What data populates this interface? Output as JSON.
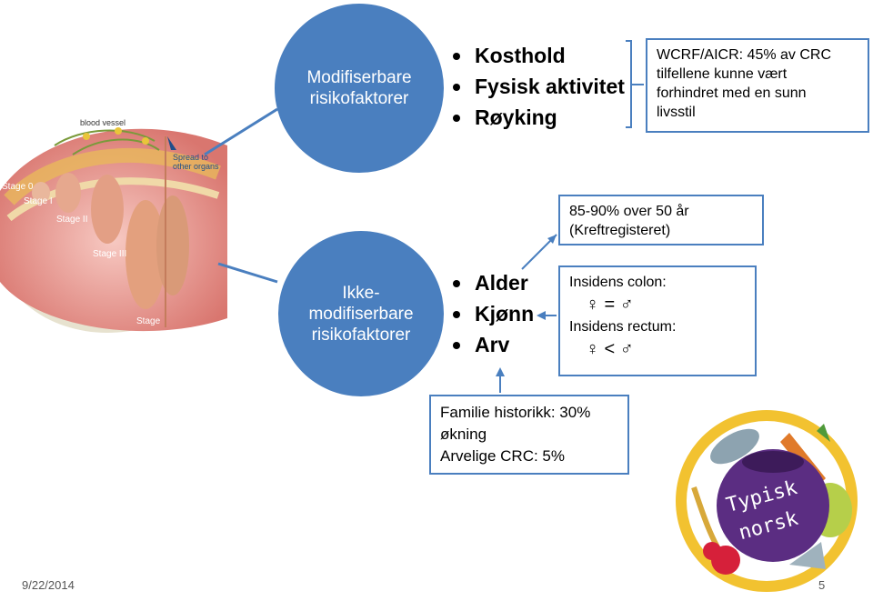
{
  "top_circle": {
    "line1": "Modifiserbare",
    "line2": "risikofaktorer"
  },
  "bottom_circle": {
    "line1": "Ikke-",
    "line2": "modifiserbare",
    "line3": "risikofaktorer"
  },
  "modifiable_factors": [
    "Kosthold",
    "Fysisk aktivitet",
    "Røyking"
  ],
  "non_modifiable_factors": [
    "Alder",
    "Kjønn",
    "Arv"
  ],
  "wcrf_box": {
    "line1": "WCRF/AICR: 45% av CRC",
    "line2": "tilfellene kunne vært",
    "line3": "forhindret med en sunn",
    "line4": "livsstil"
  },
  "age_box": {
    "line1": "85-90% over 50 år",
    "line2": "(Kreftregisteret)"
  },
  "sex_box": {
    "colon_label": "Insidens colon:",
    "colon_relation": "♀ = ♂",
    "rectum_label": "Insidens rectum:",
    "rectum_relation": "♀ < ♂"
  },
  "heredity_box": {
    "line1": "Familie historikk: 30%",
    "line2": "økning",
    "line3": "Arvelige CRC: 5%"
  },
  "colon_image": {
    "labels": [
      "blood vessel",
      "Spread to",
      "other organs",
      "Stage 0",
      "Stage I",
      "Stage II",
      "Stage III",
      "Stage"
    ]
  },
  "logo": {
    "word1": "Typisk",
    "word2": "norsk"
  },
  "footer": {
    "date": "9/22/2014",
    "page": "5"
  },
  "colors": {
    "circle": "#4a7fbf",
    "box_border": "#4a7fbf",
    "logo_ring": "#f2c230",
    "logo_center": "#5b2d82"
  }
}
